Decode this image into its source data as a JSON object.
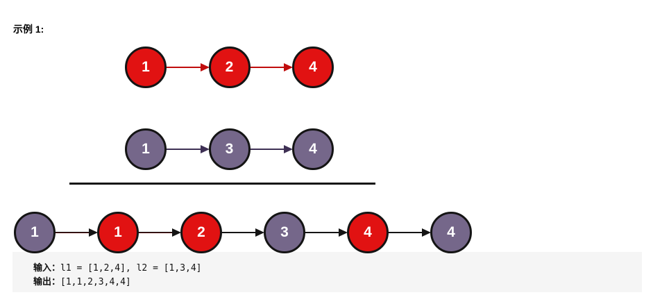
{
  "example_label": "示例 1:",
  "colors": {
    "red_node": "#e11212",
    "red_arrow": "#c00d0d",
    "purple_node": "#75678a",
    "purple_arrow": "#3e3054",
    "black_arrow": "#141414",
    "node_border": "#141414",
    "node_text": "#ffffff",
    "code_bg": "#f5f5f5",
    "divider": "#141414"
  },
  "lists": [
    {
      "id": "list-l1",
      "nodes": [
        {
          "value": "1",
          "color": "red"
        },
        {
          "value": "2",
          "color": "red"
        },
        {
          "value": "4",
          "color": "red"
        }
      ],
      "arrows": [
        "red",
        "red"
      ]
    },
    {
      "id": "list-l2",
      "nodes": [
        {
          "value": "1",
          "color": "purple"
        },
        {
          "value": "3",
          "color": "purple"
        },
        {
          "value": "4",
          "color": "purple"
        }
      ],
      "arrows": [
        "purple",
        "purple"
      ]
    },
    {
      "id": "list-merged",
      "nodes": [
        {
          "value": "1",
          "color": "purple"
        },
        {
          "value": "1",
          "color": "red"
        },
        {
          "value": "2",
          "color": "red"
        },
        {
          "value": "3",
          "color": "purple"
        },
        {
          "value": "4",
          "color": "red"
        },
        {
          "value": "4",
          "color": "purple"
        }
      ],
      "arrows": [
        "black-red",
        "black-red",
        "black",
        "black",
        "black"
      ]
    }
  ],
  "io": {
    "input_label": "输入：",
    "input_value": "l1 = [1,2,4], l2 = [1,3,4]",
    "output_label": "输出：",
    "output_value": "[1,1,2,3,4,4]"
  }
}
